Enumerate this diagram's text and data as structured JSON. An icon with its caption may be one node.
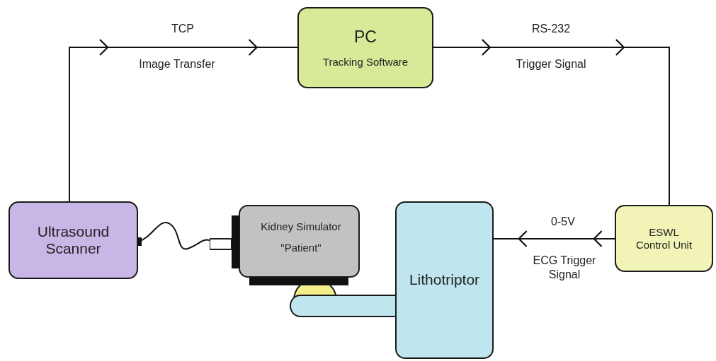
{
  "diagram": {
    "nodes": [
      {
        "text": [
          "Ultrasound Scanner"
        ]
      },
      {
        "text": [
          "PC",
          "Tracking Software"
        ]
      },
      {
        "text": [
          "ESWL Control Unit"
        ]
      },
      {
        "text": [
          "Kidney Simulator",
          "\"Patient\""
        ]
      },
      {
        "text": [
          "Lithotriptor"
        ]
      }
    ],
    "edges": [
      {
        "from": 0,
        "to": 1,
        "arrow": "to",
        "label": "TCP"
      },
      {
        "from": 1,
        "to": 2,
        "arrow": "to",
        "label": "RS-232"
      },
      {
        "from": 2,
        "to": 4,
        "arrow": "to",
        "label": "0-5V"
      },
      {
        "from": 0,
        "to": 3,
        "arrow": "other"
      }
    ],
    "labels": [
      "Image Transfer",
      "Trigger Signal",
      "ECG Trigger Signal"
    ]
  }
}
